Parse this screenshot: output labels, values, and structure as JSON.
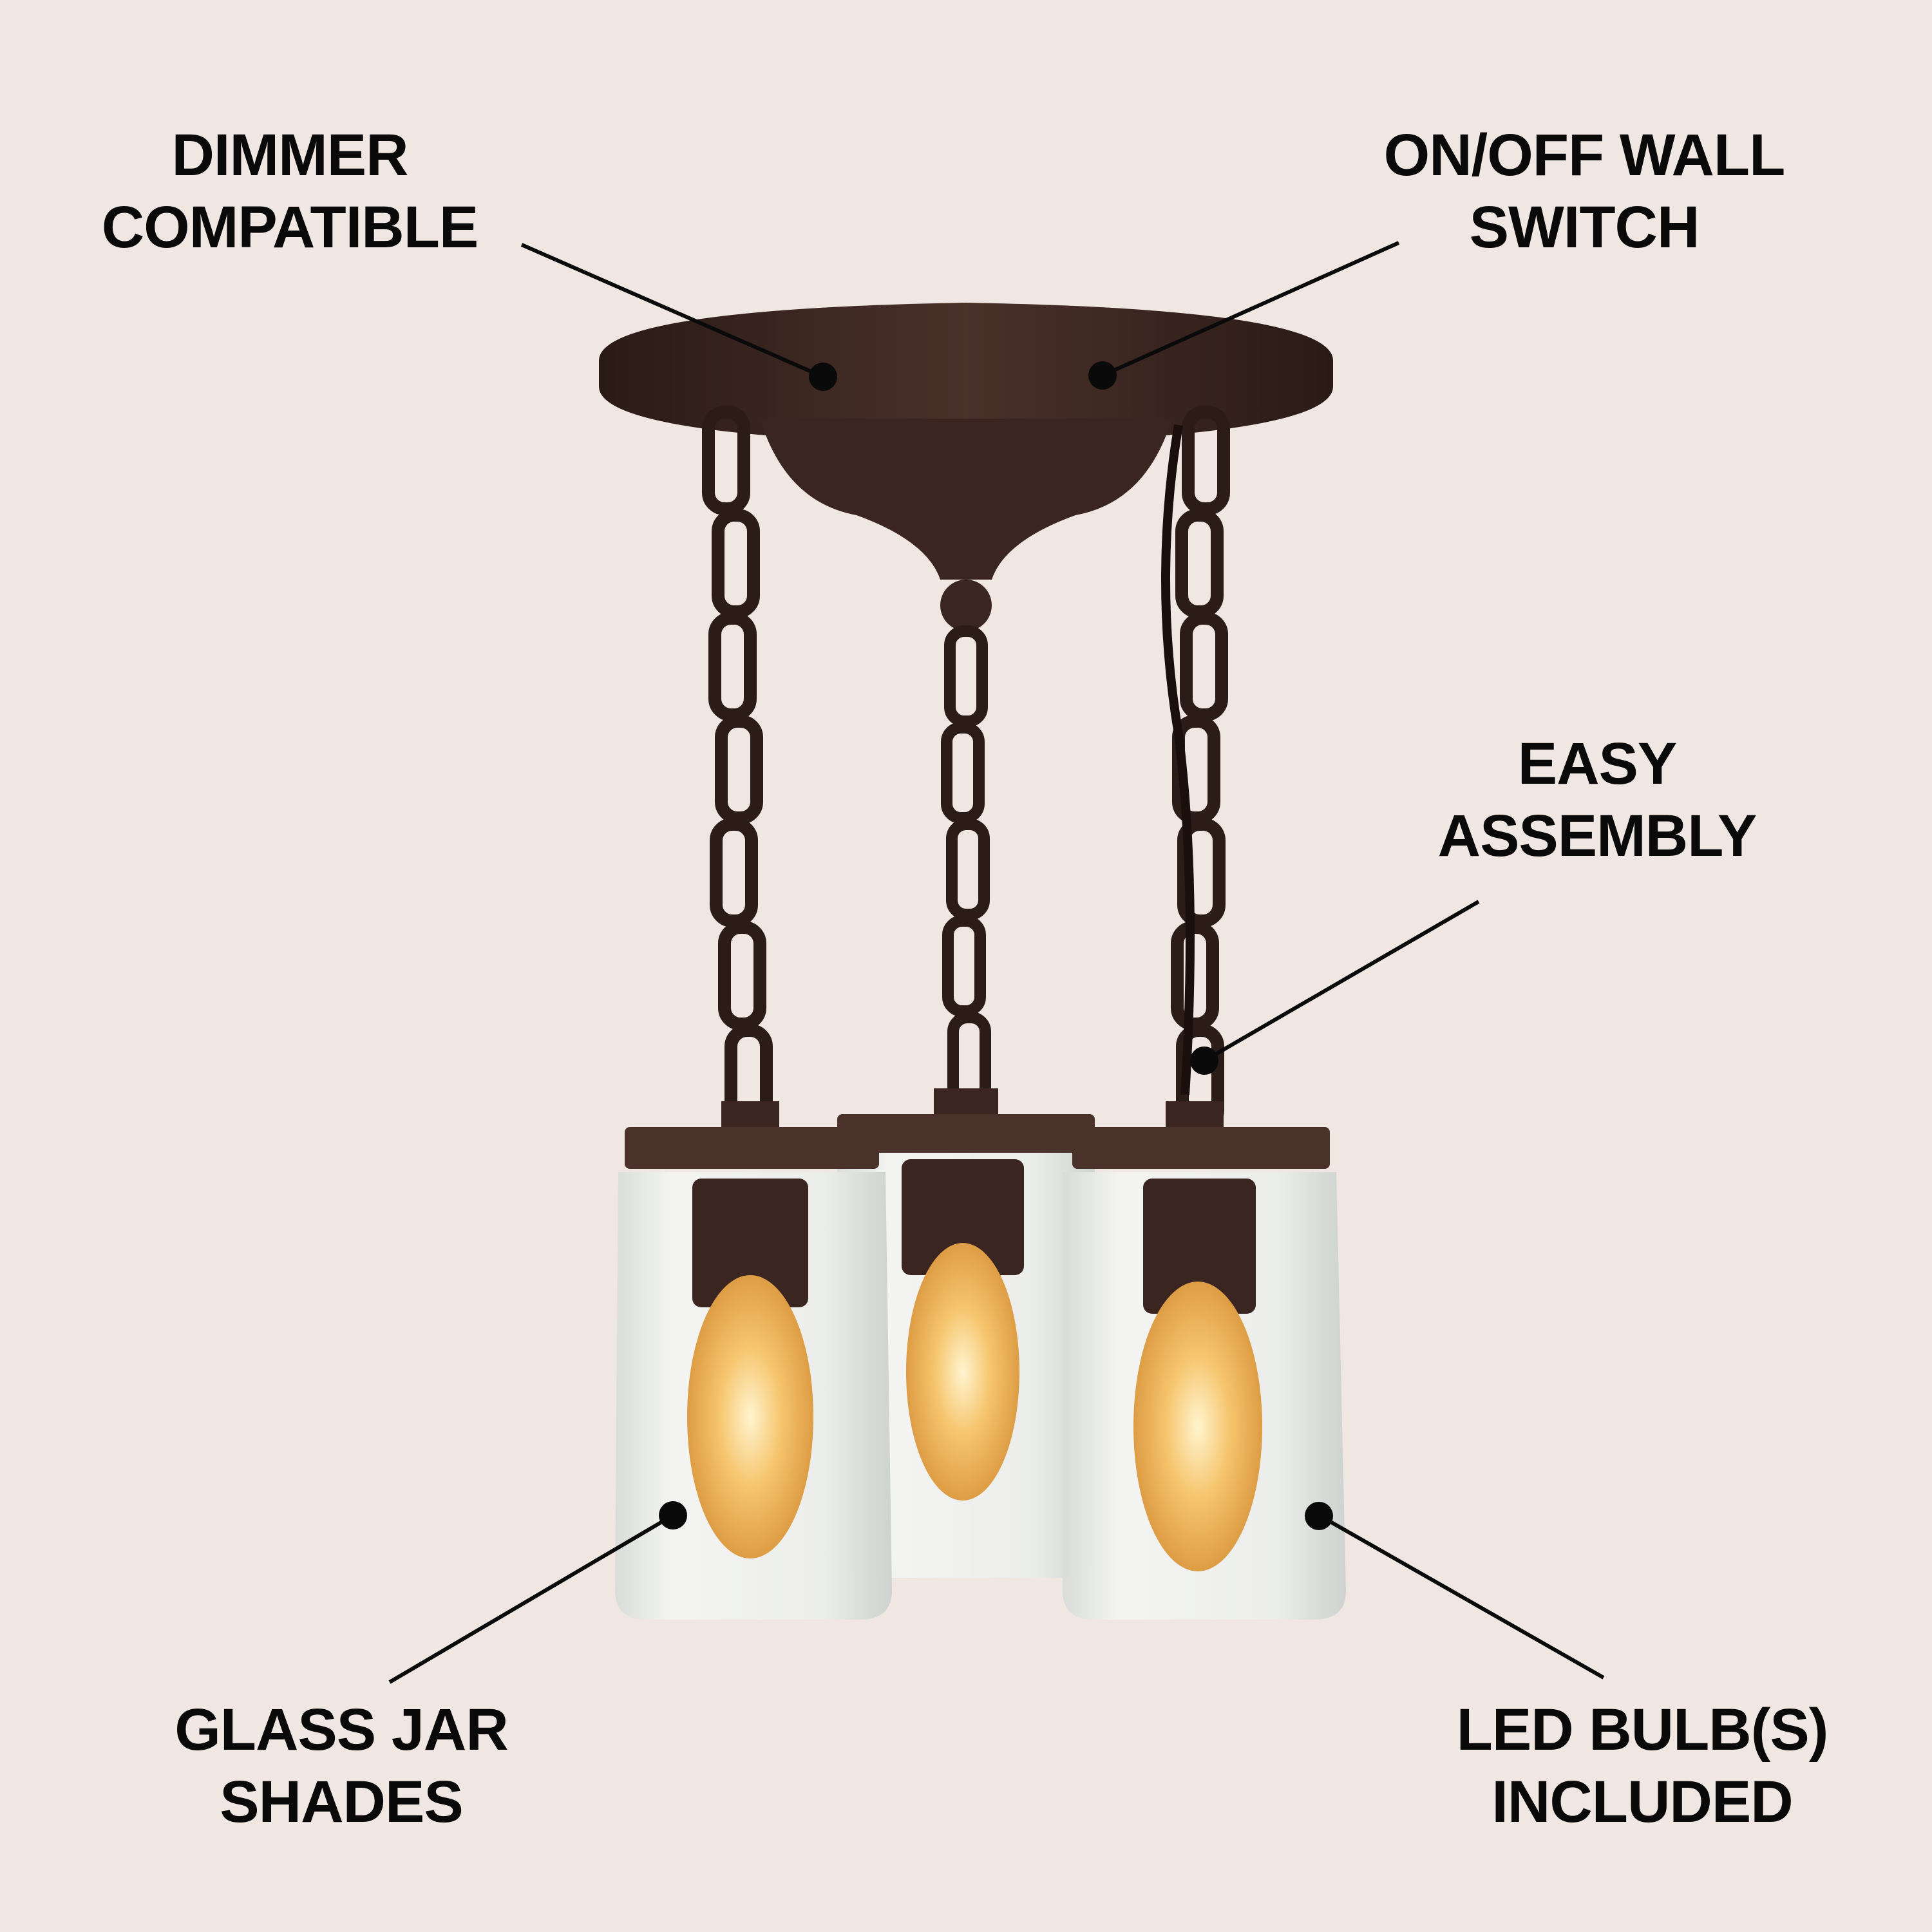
{
  "callouts": {
    "dimmer": {
      "line1": "DIMMER",
      "line2": "COMPATIBLE"
    },
    "switch": {
      "line1": "ON/OFF WALL",
      "line2": "SWITCH"
    },
    "assembly": {
      "line1": "EASY",
      "line2": "ASSEMBLY"
    },
    "shades": {
      "line1": "GLASS JAR",
      "line2": "SHADES"
    },
    "bulbs": {
      "line1": "LED BULB(S)",
      "line2": "INCLUDED"
    }
  },
  "colors": {
    "background": "#f0e7e3",
    "text": "#0a0a0a",
    "bronze": "#3a2520",
    "glass": "#e4e7e4",
    "bulb": "#f4c266"
  }
}
